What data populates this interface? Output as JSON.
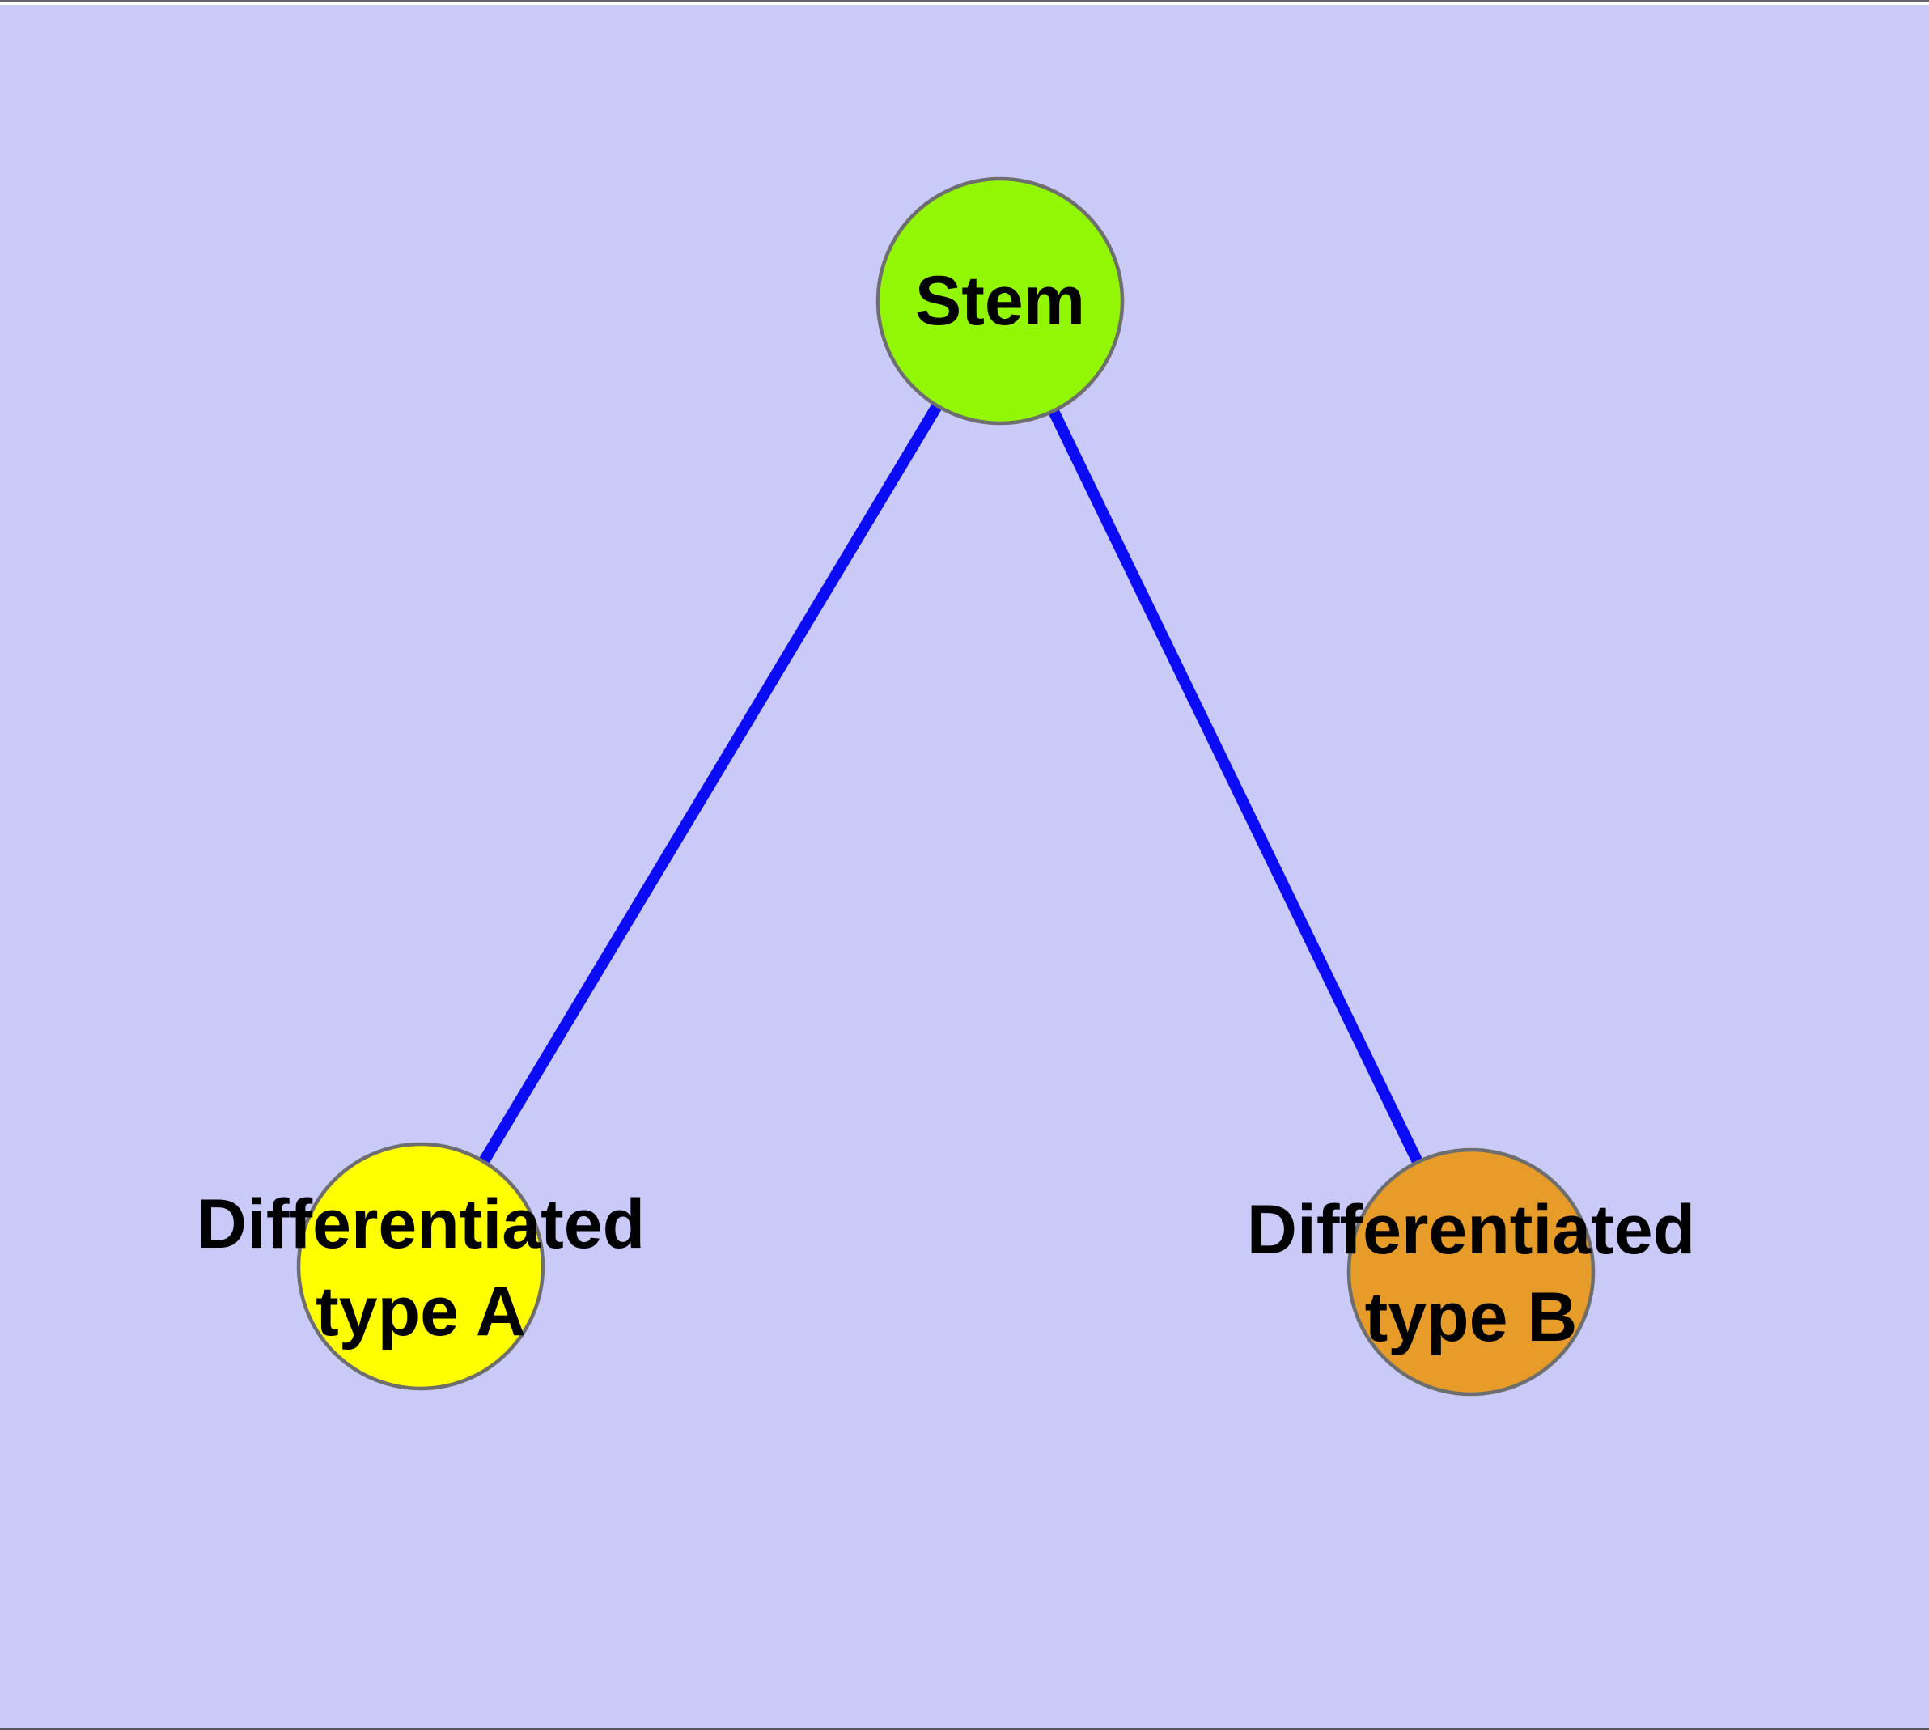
{
  "diagram": {
    "type": "graph",
    "description": "Stem cell differentiation graph with one root node and two differentiated type nodes",
    "colors": {
      "background": "#CACAF9",
      "edge": "#0B0BF5",
      "node_border": "#6E6E6E",
      "label_text": "#000000",
      "top_edge_line": "#63636B",
      "top_edge_strip": "#FFFFFF",
      "bottom_edge_line": "#55555D"
    },
    "nodes": {
      "stem": {
        "label": "Stem",
        "color": "#92F704"
      },
      "type_a": {
        "label": "Differentiated type A",
        "label_line1": "Differentiated",
        "label_line2": "type A",
        "color": "#FFFF00"
      },
      "type_b": {
        "label": "Differentiated type B",
        "label_line1": "Differentiated",
        "label_line2": "type B",
        "color": "#E79B28"
      }
    },
    "edges": [
      {
        "from": "Stem",
        "to": "Differentiated type A"
      },
      {
        "from": "Stem",
        "to": "Differentiated type B"
      }
    ]
  }
}
